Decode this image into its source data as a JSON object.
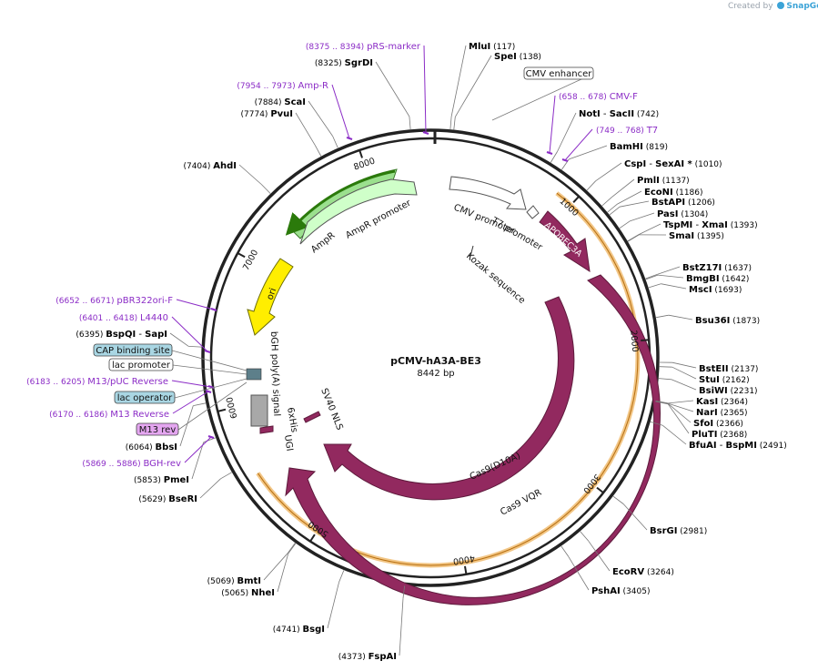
{
  "app": {
    "created_by": "Created by",
    "brand": "SnapGene"
  },
  "plasmid": {
    "name": "pCMV-hA3A-BE3",
    "length_label": "8442 bp",
    "total_bp": 8442
  },
  "colors": {
    "backbone": "#222222",
    "enzyme": "#000000",
    "primer": "#8b2cc6",
    "cds_main": "#92295f",
    "orange_bracket": "#e9a23a",
    "amp": "#9be08e",
    "ori": "#ffee00",
    "promoter": "#ffffff",
    "feature_box_blue": "#a9d6e3",
    "feature_box_pink": "#e4a6f0"
  },
  "ticks": [
    {
      "label": "1000",
      "bp": 1000
    },
    {
      "label": "2000",
      "bp": 2000
    },
    {
      "label": "3000",
      "bp": 3000
    },
    {
      "label": "4000",
      "bp": 4000
    },
    {
      "label": "5000",
      "bp": 5000
    },
    {
      "label": "6000",
      "bp": 6000
    },
    {
      "label": "7000",
      "bp": 7000
    },
    {
      "label": "8000",
      "bp": 8000
    }
  ],
  "enzymes": [
    {
      "name": "MluI",
      "pos": "(117)",
      "bp": 117,
      "align": "start"
    },
    {
      "name": "SpeI",
      "pos": "(138)",
      "bp": 138,
      "align": "start"
    },
    {
      "name": "NotI",
      "name2": "SacII",
      "pos": "(742)",
      "bp": 742,
      "align": "start"
    },
    {
      "name": "BamHI",
      "pos": "(819)",
      "bp": 819,
      "align": "start"
    },
    {
      "name": "CspI",
      "name2": "SexAI *",
      "pos": "(1010)",
      "bp": 1010,
      "align": "start"
    },
    {
      "name": "PmlI",
      "pos": "(1137)",
      "bp": 1137,
      "align": "start"
    },
    {
      "name": "EcoNI",
      "pos": "(1186)",
      "bp": 1186,
      "align": "start"
    },
    {
      "name": "BstAPI",
      "pos": "(1206)",
      "bp": 1206,
      "align": "start"
    },
    {
      "name": "PasI",
      "pos": "(1304)",
      "bp": 1304,
      "align": "start"
    },
    {
      "name": "TspMI",
      "name2": "XmaI",
      "pos": "(1393)",
      "bp": 1393,
      "align": "start"
    },
    {
      "name": "SmaI",
      "pos": "(1395)",
      "bp": 1395,
      "align": "start"
    },
    {
      "name": "BstZ17I",
      "pos": "(1637)",
      "bp": 1637,
      "align": "start"
    },
    {
      "name": "BmgBI",
      "pos": "(1642)",
      "bp": 1642,
      "align": "start"
    },
    {
      "name": "MscI",
      "pos": "(1693)",
      "bp": 1693,
      "align": "start"
    },
    {
      "name": "Bsu36I",
      "pos": "(1873)",
      "bp": 1873,
      "align": "start"
    },
    {
      "name": "BstEII",
      "pos": "(2137)",
      "bp": 2137,
      "align": "start"
    },
    {
      "name": "StuI",
      "pos": "(2162)",
      "bp": 2162,
      "align": "start"
    },
    {
      "name": "BsiWI",
      "pos": "(2231)",
      "bp": 2231,
      "align": "start"
    },
    {
      "name": "KasI",
      "pos": "(2364)",
      "bp": 2364,
      "align": "start"
    },
    {
      "name": "NarI",
      "pos": "(2365)",
      "bp": 2365,
      "align": "start"
    },
    {
      "name": "SfoI",
      "pos": "(2366)",
      "bp": 2366,
      "align": "start"
    },
    {
      "name": "PluTI",
      "pos": "(2368)",
      "bp": 2368,
      "align": "start"
    },
    {
      "name": "BfuAI",
      "name2": "BspMI",
      "pos": "(2491)",
      "bp": 2491,
      "align": "start"
    },
    {
      "name": "BsrGI",
      "pos": "(2981)",
      "bp": 2981,
      "align": "start"
    },
    {
      "name": "EcoRV",
      "pos": "(3264)",
      "bp": 3264,
      "align": "start"
    },
    {
      "name": "PshAI",
      "pos": "(3405)",
      "bp": 3405,
      "align": "start"
    },
    {
      "name": "FspAI",
      "pos": "(4373)",
      "bp": 4373,
      "align": "end"
    },
    {
      "name": "BsgI",
      "pos": "(4741)",
      "bp": 4741,
      "align": "end"
    },
    {
      "name": "NheI",
      "pos": "(5065)",
      "bp": 5065,
      "align": "end"
    },
    {
      "name": "BmtI",
      "pos": "(5069)",
      "bp": 5069,
      "align": "end"
    },
    {
      "name": "BseRI",
      "pos": "(5629)",
      "bp": 5629,
      "align": "end"
    },
    {
      "name": "PmeI",
      "pos": "(5853)",
      "bp": 5853,
      "align": "end"
    },
    {
      "name": "BbsI",
      "pos": "(6064)",
      "bp": 6064,
      "align": "end"
    },
    {
      "name": "BspQI",
      "name2": "SapI",
      "pos": "(6395)",
      "bp": 6395,
      "align": "end"
    },
    {
      "name": "AhdI",
      "pos": "(7404)",
      "bp": 7404,
      "align": "end"
    },
    {
      "name": "PvuI",
      "pos": "(7774)",
      "bp": 7774,
      "align": "end"
    },
    {
      "name": "ScaI",
      "pos": "(7884)",
      "bp": 7884,
      "align": "end"
    },
    {
      "name": "SgrDI",
      "pos": "(8325)",
      "bp": 8325,
      "align": "end"
    }
  ],
  "primers": [
    {
      "name": "pRS-marker",
      "range": "(8375 .. 8394)"
    },
    {
      "name": "Amp-R",
      "range": "(7954 .. 7973)"
    },
    {
      "name": "CMV-F",
      "range": "(658 .. 678)"
    },
    {
      "name": "T7",
      "range": "(749 .. 768)"
    },
    {
      "name": "pBR322ori-F",
      "range": "(6652 .. 6671)"
    },
    {
      "name": "L4440",
      "range": "(6401 .. 6418)"
    },
    {
      "name": "M13/pUC Reverse",
      "range": "(6183 .. 6205)"
    },
    {
      "name": "M13 Reverse",
      "range": "(6170 .. 6186)"
    },
    {
      "name": "BGH-rev",
      "range": "(5869 .. 5886)"
    }
  ],
  "feature_boxes": [
    {
      "name": "CMV enhancer"
    },
    {
      "name": "CAP binding site"
    },
    {
      "name": "lac promoter"
    },
    {
      "name": "lac operator"
    },
    {
      "name": "M13 rev"
    }
  ],
  "features": [
    {
      "name": "AmpR promoter"
    },
    {
      "name": "AmpR"
    },
    {
      "name": "ori"
    },
    {
      "name": "CMV promoter"
    },
    {
      "name": "T7 promoter"
    },
    {
      "name": "Kozak sequence"
    },
    {
      "name": "APOBEC3A"
    },
    {
      "name": "Cas9 VQR"
    },
    {
      "name": "Cas9(D10A)"
    },
    {
      "name": "SV40 NLS"
    },
    {
      "name": "6xHis"
    },
    {
      "name": "UGI"
    },
    {
      "name": "bGH poly(A) signal"
    }
  ]
}
